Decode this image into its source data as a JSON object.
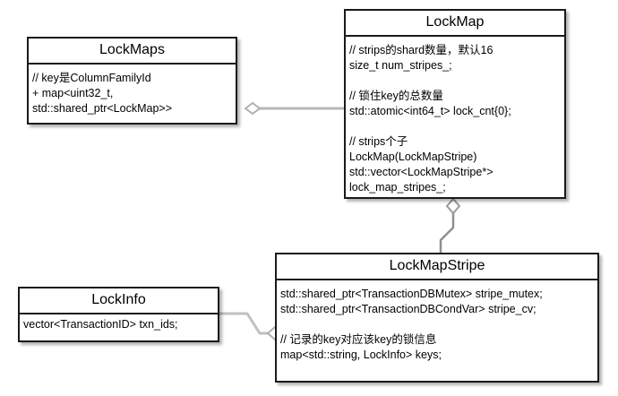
{
  "diagram": {
    "type": "uml-class-diagram",
    "background_color": "#ffffff",
    "box_border_color": "#1a1a1a",
    "connector_color": "#b0b0b0",
    "classes": [
      {
        "id": "lockmaps",
        "name": "LockMaps",
        "body": "// key是ColumnFamilyId\n+ map<uint32_t,\nstd::shared_ptr<LockMap>>"
      },
      {
        "id": "lockmap",
        "name": "LockMap",
        "body": "// strips的shard数量，默认16\nsize_t num_stripes_;\n\n// 锁住key的总数量\nstd::atomic<int64_t> lock_cnt{0};\n\n// strips个子\nLockMap(LockMapStripe)\nstd::vector<LockMapStripe*>\nlock_map_stripes_;"
      },
      {
        "id": "lockmapstripe",
        "name": "LockMapStripe",
        "body": "std::shared_ptr<TransactionDBMutex> stripe_mutex;\nstd::shared_ptr<TransactionDBCondVar> stripe_cv;\n\n// 记录的key对应该key的锁信息\nmap<std::string, LockInfo> keys;"
      },
      {
        "id": "lockinfo",
        "name": "LockInfo",
        "body": "vector<TransactionID> txn_ids;"
      }
    ],
    "relationships": [
      {
        "id": "rel-lockmaps-lockmap",
        "kind": "aggregation",
        "from": "lockmaps",
        "to": "lockmap",
        "diamond_at": "lockmaps"
      },
      {
        "id": "rel-lockmap-lockmapstripe",
        "kind": "aggregation",
        "from": "lockmap",
        "to": "lockmapstripe",
        "diamond_at": "lockmap"
      },
      {
        "id": "rel-lockmapstripe-lockinfo",
        "kind": "aggregation",
        "from": "lockmapstripe",
        "to": "lockinfo",
        "diamond_at": "lockmapstripe"
      }
    ]
  }
}
